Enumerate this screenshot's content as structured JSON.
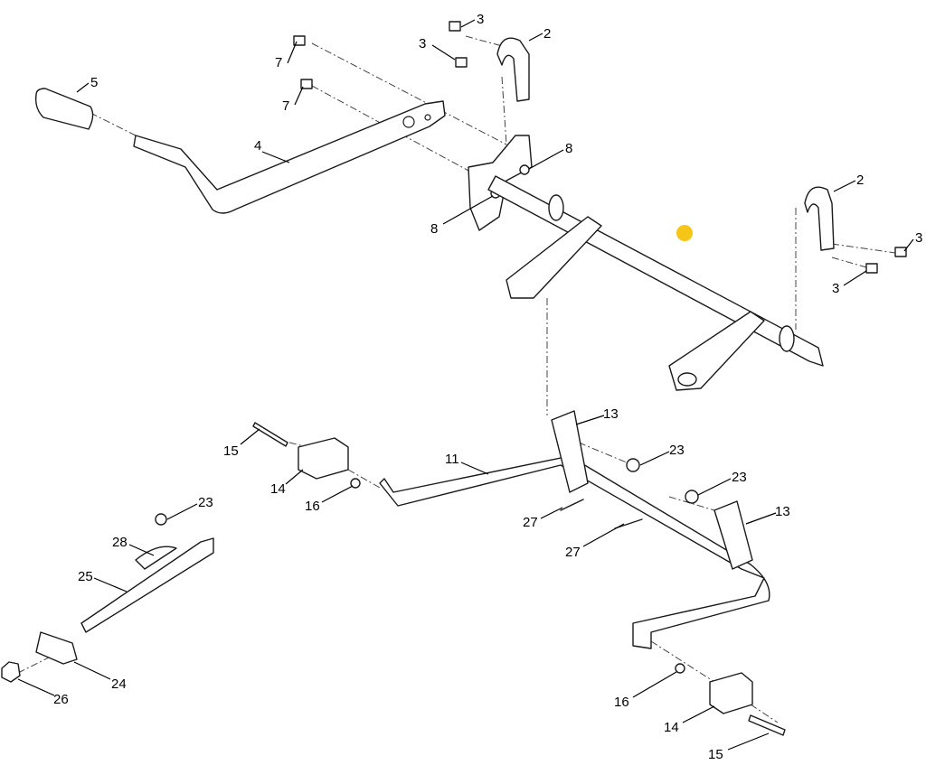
{
  "diagram": {
    "highlight_color": "#f5c518",
    "callouts": [
      "3",
      "2",
      "3",
      "7",
      "5",
      "7",
      "4",
      "8",
      "8",
      "2",
      "3",
      "3",
      "13",
      "15",
      "11",
      "23",
      "14",
      "23",
      "16",
      "23",
      "13",
      "27",
      "28",
      "27",
      "25",
      "24",
      "26",
      "16",
      "14",
      "15"
    ]
  }
}
